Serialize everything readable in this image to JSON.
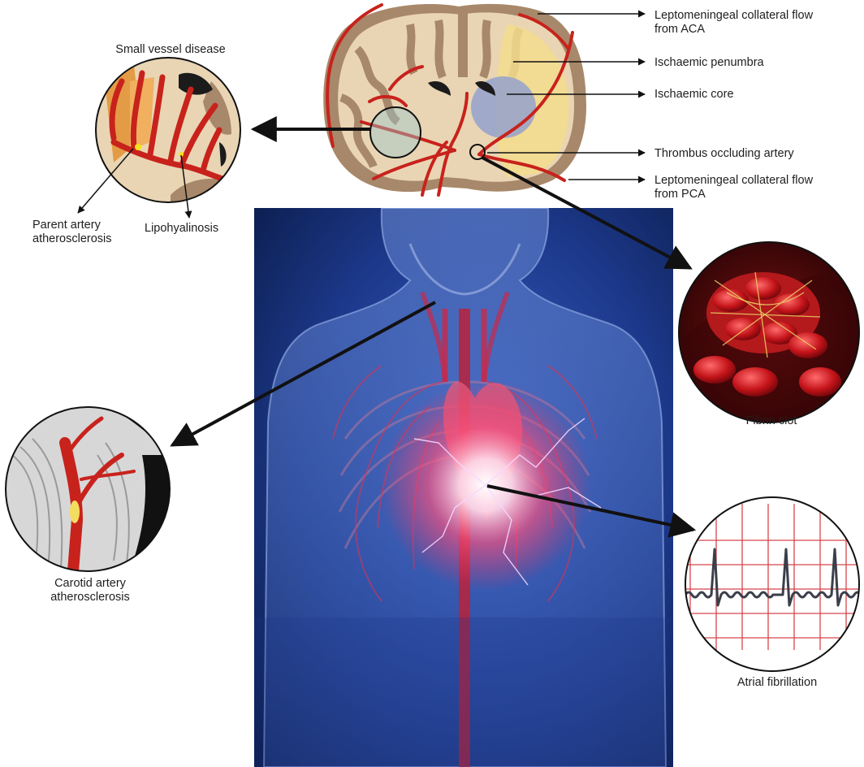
{
  "brain": {
    "labels": {
      "collateral_aca": "Leptomeningeal collateral flow from ACA",
      "penumbra": "Ischaemic penumbra",
      "core": "Ischaemic core",
      "thrombus": "Thrombus occluding artery",
      "collateral_pca": "Leptomeningeal collateral flow from PCA"
    }
  },
  "small_vessel": {
    "title": "Small vessel disease",
    "parent_artery": "Parent artery atherosclerosis",
    "lipohyalinosis": "Lipohyalinosis"
  },
  "insets": {
    "fibrin_clot": "Fibrin clot",
    "carotid": "Carotid artery atherosclerosis",
    "atrial_fibrillation": "Atrial fibrillation"
  },
  "colors": {
    "artery_red": "#c8221c",
    "brain_tan": "#e9d5b4",
    "cortex_brown": "#a8886a",
    "penumbra_yellow": "#f3dc8c",
    "core_blue": "#8f9ed1",
    "torso_blue": "#1f3f8f",
    "ecg_grid_red": "#d8454a"
  }
}
